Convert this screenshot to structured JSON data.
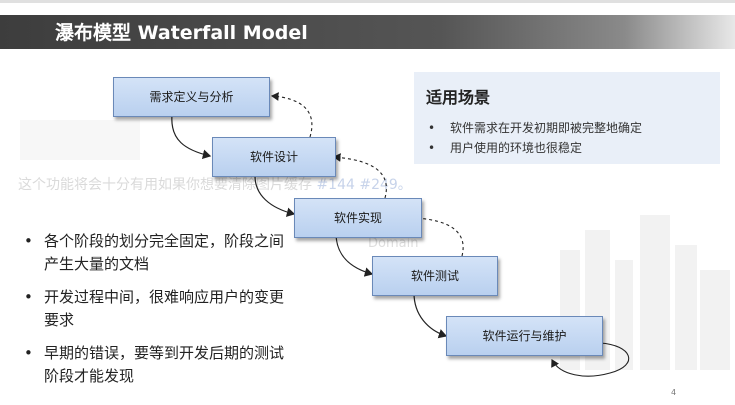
{
  "slide": {
    "title": "瀑布模型 Waterfall Model",
    "page_number": "4"
  },
  "watermark": {
    "text": "这个功能将会十分有用如果你想要清除图片缓存",
    "refs": "#144 #249。",
    "domain": "Domain"
  },
  "scenario": {
    "heading": "适用场景",
    "bullet_glyph": "•",
    "items": [
      "软件需求在开发初期即被完整地确定",
      "用户使用的环境也很稳定"
    ]
  },
  "stages": [
    "需求定义与分析",
    "软件设计",
    "软件实现",
    "软件测试",
    "软件运行与维护"
  ],
  "drawbacks": {
    "bullet_glyph": "•",
    "items": [
      "各个阶段的划分完全固定，阶段之间产生大量的文档",
      "开发过程中间，很难响应用户的变更要求",
      "早期的错误，要等到开发后期的测试阶段才能发现"
    ]
  }
}
